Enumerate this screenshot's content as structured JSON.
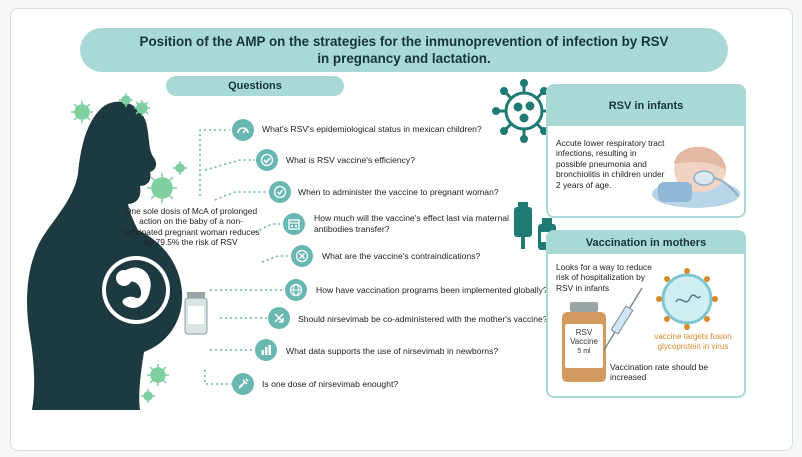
{
  "title": {
    "line1": "Position of the AMP on the strategies for the inmunoprevention of infection by RSV",
    "line2": "in pregnancy and lactation."
  },
  "questions_header": "Questions",
  "questions": [
    {
      "text": "What's RSV's epidemiological status in mexican children?",
      "icon": "gauge-icon"
    },
    {
      "text": "What is RSV vaccine's efficiency?",
      "icon": "checkmark-icon"
    },
    {
      "text": "When to administer the vaccine to pregnant woman?",
      "icon": "clock-check-icon"
    },
    {
      "text": "How much will the vaccine's effect last via maternal\nantibodies transfer?",
      "icon": "calendar-icon"
    },
    {
      "text": "What are the vaccine's contraindications?",
      "icon": "cancel-icon"
    },
    {
      "text": "How have vaccination programs been implemented globally?",
      "icon": "globe-icon"
    },
    {
      "text": "Should nirsevimab be co-administered with the mother's vaccine?",
      "icon": "arrows-icon"
    },
    {
      "text": "What data supports the use of nirsevimab in newborns?",
      "icon": "bar-chart-icon"
    },
    {
      "text": "Is one dose of nirsevimab enought?",
      "icon": "syringe-icon"
    }
  ],
  "side_text": "One sole dosis  of McA of prolonged action on the baby of a non-vaccinated pregnant woman reduces by 79.5% the risk of RSV",
  "rsv_infants": {
    "header": "RSV in infants",
    "text": "Accute lower respiratory tract infections, resulting in possible pneumonia and bronchiolitis in children under 2 years of age."
  },
  "vaccination_mothers": {
    "header": "Vaccination in mothers",
    "text1": "Looks for a way to reduce risk of hospitalization by RSV in infants",
    "text2": "Vaccination rate should be increased",
    "orange_text": "vaccine targets fusion glycoprotein in virus",
    "vial_label": "RSV Vaccine",
    "vial_dose": "5 ml"
  },
  "colors": {
    "teal_light": "#a8d9d6",
    "teal_mid": "#69b7b1",
    "teal_dark": "#1f5a60",
    "silhouette": "#1d3a40",
    "virus_green": "#7fcfa0",
    "orange": "#d98a2b"
  }
}
